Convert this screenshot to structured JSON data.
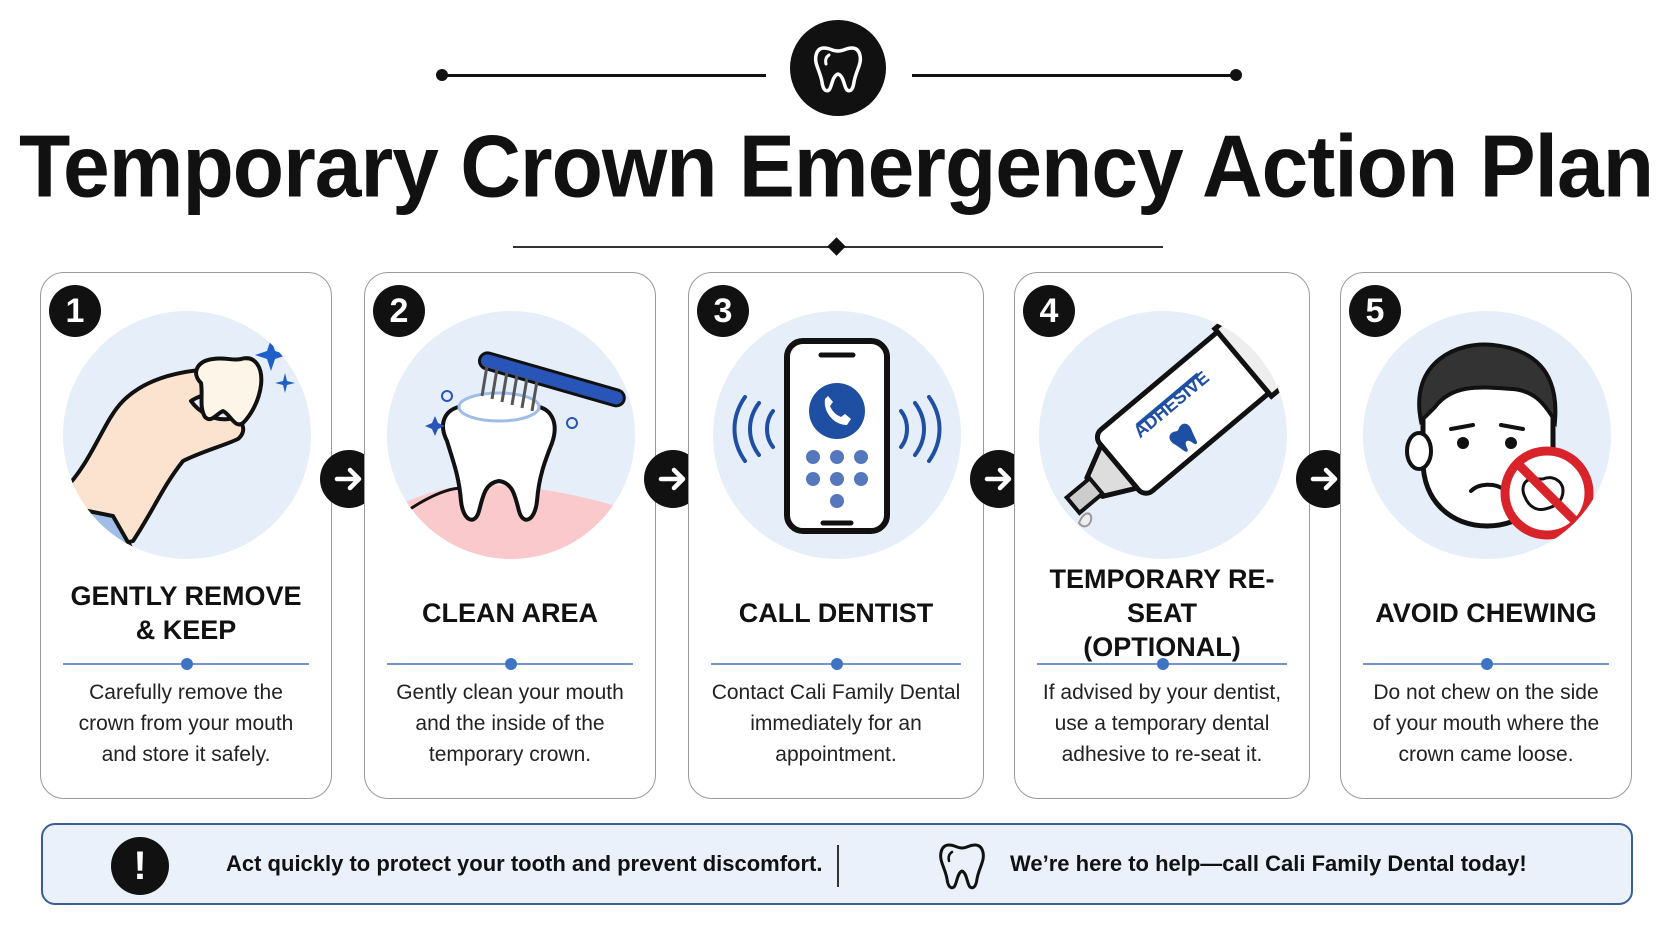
{
  "title": "Temporary Crown Emergency Action Plan",
  "steps": [
    {
      "number": "1",
      "title_line1": "GENTLY REMOVE",
      "title_line2": "& KEEP",
      "desc_line1": "Carefully remove the",
      "desc_line2": "crown from your mouth",
      "desc_line3": "and store it safely.",
      "icon": "hand-holding-crown-icon"
    },
    {
      "number": "2",
      "title_line1": "CLEAN AREA",
      "title_line2": "",
      "desc_line1": "Gently clean your mouth",
      "desc_line2": "and the inside of the",
      "desc_line3": "temporary crown.",
      "icon": "toothbrush-tooth-icon"
    },
    {
      "number": "3",
      "title_line1": "CALL DENTIST",
      "title_line2": "",
      "desc_line1": "Contact Cali Family Dental",
      "desc_line2": "immediately for an",
      "desc_line3": "appointment.",
      "icon": "phone-call-icon"
    },
    {
      "number": "4",
      "title_line1": "TEMPORARY RE-SEAT",
      "title_line2": "(OPTIONAL)",
      "desc_line1": "If advised by your dentist,",
      "desc_line2": "use a temporary dental",
      "desc_line3": "adhesive to re-seat it.",
      "icon": "adhesive-tube-icon",
      "tube_label": "ADHESIVE"
    },
    {
      "number": "5",
      "title_line1": "AVOID CHEWING",
      "title_line2": "",
      "desc_line1": "Do not chew on the side",
      "desc_line2": "of your mouth where the",
      "desc_line3": "crown came loose.",
      "icon": "no-chewing-face-icon"
    }
  ],
  "footer": {
    "left_text": "Act quickly to protect your tooth and prevent discomfort.",
    "right_text": "We’re here to help—call Cali Family Dental today!",
    "warn_glyph": "!"
  },
  "colors": {
    "accent_blue": "#1f4fa3",
    "light_blue": "#e6eefa",
    "black": "#111111",
    "no_red": "#d8232a"
  }
}
